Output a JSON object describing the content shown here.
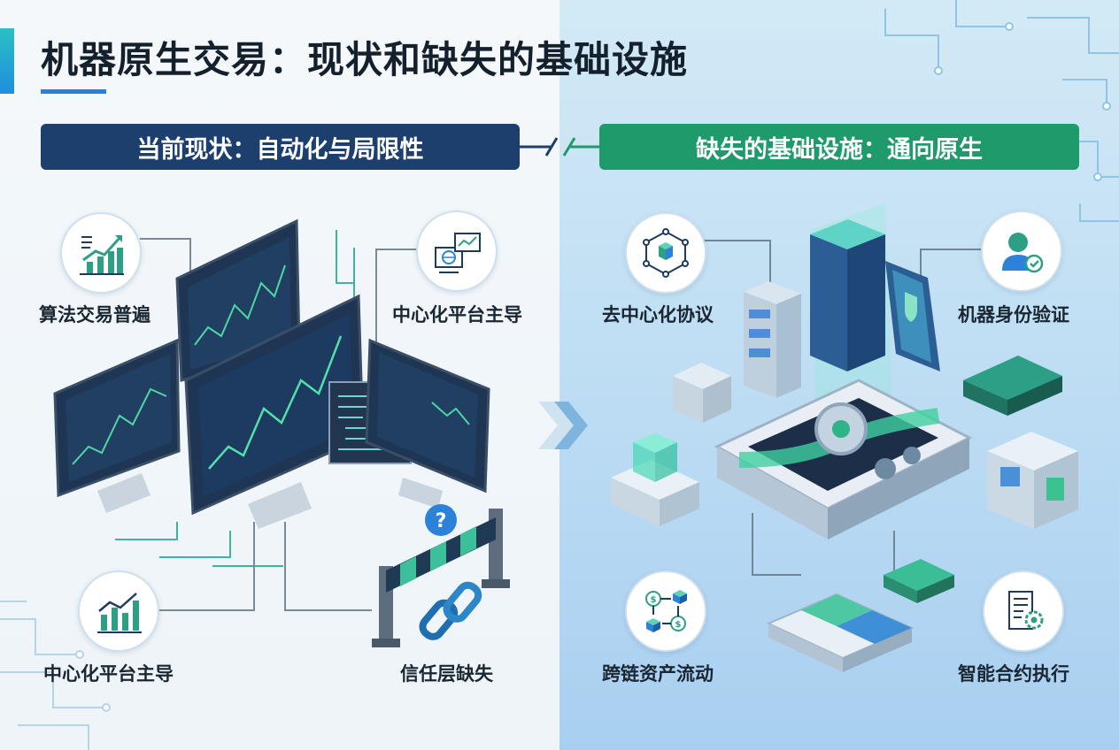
{
  "title": "机器原生交易：现状和缺失的基础设施",
  "left_panel": {
    "heading": "当前现状：自动化与局限性",
    "items": [
      {
        "label": "算法交易普遍",
        "icon": "trend-chart-icon"
      },
      {
        "label": "中心化平台主导",
        "icon": "central-platform-icon"
      },
      {
        "label": "中心化平台主导",
        "icon": "bar-chart-icon"
      },
      {
        "label": "信任层缺失",
        "icon": "broken-barrier-icon"
      }
    ]
  },
  "right_panel": {
    "heading": "缺失的基础设施：通向原生",
    "items": [
      {
        "label": "去中心化协议",
        "icon": "network-nodes-icon"
      },
      {
        "label": "机器身份验证",
        "icon": "user-verified-icon"
      },
      {
        "label": "跨链资产流动",
        "icon": "cross-chain-icon"
      },
      {
        "label": "智能合约执行",
        "icon": "contract-gear-icon"
      }
    ]
  },
  "colors": {
    "navy_banner": "#1c3f6e",
    "green_banner": "#1f9a6b",
    "accent_blue": "#2a7de1",
    "accent_teal": "#2bc0c4"
  }
}
